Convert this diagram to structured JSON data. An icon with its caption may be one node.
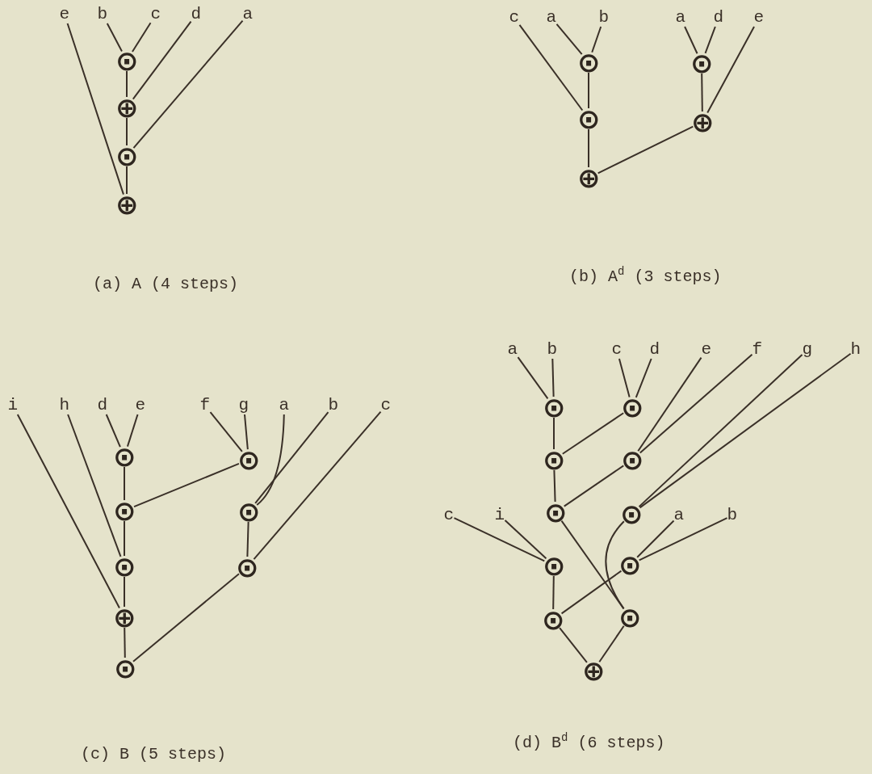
{
  "diagram": {
    "nodes": [
      {
        "text": [
          "e"
        ]
      },
      {
        "text": [
          "b"
        ]
      },
      {
        "text": [
          "c"
        ]
      },
      {
        "text": [
          "d"
        ]
      },
      {
        "text": [
          "a"
        ]
      },
      {
        "text": [
          "⊙"
        ]
      },
      {
        "text": [
          "⊕"
        ]
      },
      {
        "text": [
          "⊙"
        ]
      },
      {
        "text": [
          "⊕"
        ]
      },
      {
        "text": [
          "c"
        ]
      },
      {
        "text": [
          "a"
        ]
      },
      {
        "text": [
          "b"
        ]
      },
      {
        "text": [
          "a"
        ]
      },
      {
        "text": [
          "d"
        ]
      },
      {
        "text": [
          "e"
        ]
      },
      {
        "text": [
          "⊙"
        ]
      },
      {
        "text": [
          "⊙"
        ]
      },
      {
        "text": [
          "⊕"
        ]
      },
      {
        "text": [
          "⊙"
        ]
      },
      {
        "text": [
          "⊕"
        ]
      },
      {
        "text": [
          "i"
        ]
      },
      {
        "text": [
          "h"
        ]
      },
      {
        "text": [
          "d"
        ]
      },
      {
        "text": [
          "e"
        ]
      },
      {
        "text": [
          "f"
        ]
      },
      {
        "text": [
          "g"
        ]
      },
      {
        "text": [
          "a"
        ]
      },
      {
        "text": [
          "b"
        ]
      },
      {
        "text": [
          "c"
        ]
      },
      {
        "text": [
          "⊙"
        ]
      },
      {
        "text": [
          "⊙"
        ]
      },
      {
        "text": [
          "⊙"
        ]
      },
      {
        "text": [
          "⊙"
        ]
      },
      {
        "text": [
          "⊙"
        ]
      },
      {
        "text": [
          "⊙"
        ]
      },
      {
        "text": [
          "⊕"
        ]
      },
      {
        "text": [
          "⊙"
        ]
      },
      {
        "text": [
          "a"
        ]
      },
      {
        "text": [
          "b"
        ]
      },
      {
        "text": [
          "c"
        ]
      },
      {
        "text": [
          "d"
        ]
      },
      {
        "text": [
          "e"
        ]
      },
      {
        "text": [
          "f"
        ]
      },
      {
        "text": [
          "g"
        ]
      },
      {
        "text": [
          "h"
        ]
      },
      {
        "text": [
          "⊙"
        ]
      },
      {
        "text": [
          "⊙"
        ]
      },
      {
        "text": [
          "⊙"
        ]
      },
      {
        "text": [
          "⊙"
        ]
      },
      {
        "text": [
          "c"
        ]
      },
      {
        "text": [
          "i"
        ]
      },
      {
        "text": [
          "⊙"
        ]
      },
      {
        "text": [
          "⊙"
        ]
      },
      {
        "text": [
          "a"
        ]
      },
      {
        "text": [
          "b"
        ]
      },
      {
        "text": [
          "⊙"
        ]
      },
      {
        "text": [
          "⊙"
        ]
      },
      {
        "text": [
          "⊙"
        ]
      },
      {
        "text": [
          "⊙"
        ]
      },
      {
        "text": [
          "⊕"
        ]
      }
    ],
    "edges": [
      {
        "from": 1,
        "to": 5,
        "arrow": "none"
      },
      {
        "from": 2,
        "to": 5,
        "arrow": "none"
      },
      {
        "from": 5,
        "to": 6,
        "arrow": "none"
      },
      {
        "from": 3,
        "to": 6,
        "arrow": "none"
      },
      {
        "from": 6,
        "to": 7,
        "arrow": "none"
      },
      {
        "from": 4,
        "to": 7,
        "arrow": "none"
      },
      {
        "from": 7,
        "to": 8,
        "arrow": "none"
      },
      {
        "from": 0,
        "to": 8,
        "arrow": "none"
      },
      {
        "from": 10,
        "to": 15,
        "arrow": "none"
      },
      {
        "from": 11,
        "to": 15,
        "arrow": "none"
      },
      {
        "from": 15,
        "to": 16,
        "arrow": "none"
      },
      {
        "from": 9,
        "to": 16,
        "arrow": "none"
      },
      {
        "from": 16,
        "to": 17,
        "arrow": "none"
      },
      {
        "from": 12,
        "to": 18,
        "arrow": "none"
      },
      {
        "from": 13,
        "to": 18,
        "arrow": "none"
      },
      {
        "from": 18,
        "to": 19,
        "arrow": "none"
      },
      {
        "from": 14,
        "to": 19,
        "arrow": "none"
      },
      {
        "from": 19,
        "to": 17,
        "arrow": "none"
      },
      {
        "from": 22,
        "to": 29,
        "arrow": "none"
      },
      {
        "from": 23,
        "to": 29,
        "arrow": "none"
      },
      {
        "from": 24,
        "to": 30,
        "arrow": "none"
      },
      {
        "from": 25,
        "to": 30,
        "arrow": "none"
      },
      {
        "from": 29,
        "to": 31,
        "arrow": "none"
      },
      {
        "from": 30,
        "to": 31,
        "arrow": "none"
      },
      {
        "from": 26,
        "to": 32,
        "arrow": "none"
      },
      {
        "from": 27,
        "to": 32,
        "arrow": "none"
      },
      {
        "from": 31,
        "to": 33,
        "arrow": "none"
      },
      {
        "from": 21,
        "to": 33,
        "arrow": "none"
      },
      {
        "from": 32,
        "to": 34,
        "arrow": "none"
      },
      {
        "from": 28,
        "to": 34,
        "arrow": "none"
      },
      {
        "from": 33,
        "to": 35,
        "arrow": "none"
      },
      {
        "from": 20,
        "to": 35,
        "arrow": "none"
      },
      {
        "from": 35,
        "to": 36,
        "arrow": "none"
      },
      {
        "from": 34,
        "to": 36,
        "arrow": "none"
      },
      {
        "from": 37,
        "to": 45,
        "arrow": "none"
      },
      {
        "from": 38,
        "to": 45,
        "arrow": "none"
      },
      {
        "from": 39,
        "to": 46,
        "arrow": "none"
      },
      {
        "from": 40,
        "to": 46,
        "arrow": "none"
      },
      {
        "from": 45,
        "to": 47,
        "arrow": "none"
      },
      {
        "from": 46,
        "to": 47,
        "arrow": "none"
      },
      {
        "from": 41,
        "to": 48,
        "arrow": "none"
      },
      {
        "from": 42,
        "to": 48,
        "arrow": "none"
      },
      {
        "from": 47,
        "to": 51,
        "arrow": "none"
      },
      {
        "from": 48,
        "to": 51,
        "arrow": "none"
      },
      {
        "from": 43,
        "to": 52,
        "arrow": "none"
      },
      {
        "from": 44,
        "to": 52,
        "arrow": "none"
      },
      {
        "from": 49,
        "to": 55,
        "arrow": "none"
      },
      {
        "from": 50,
        "to": 55,
        "arrow": "none"
      },
      {
        "from": 53,
        "to": 56,
        "arrow": "none"
      },
      {
        "from": 54,
        "to": 56,
        "arrow": "none"
      },
      {
        "from": 51,
        "to": 58,
        "arrow": "none"
      },
      {
        "from": 52,
        "to": 58,
        "arrow": "none"
      },
      {
        "from": 55,
        "to": 57,
        "arrow": "none"
      },
      {
        "from": 56,
        "to": 57,
        "arrow": "none"
      },
      {
        "from": 57,
        "to": 59,
        "arrow": "none"
      },
      {
        "from": 58,
        "to": 59,
        "arrow": "none"
      }
    ],
    "labels": [
      "(a) A (4 steps)",
      "(b) A$^{d}$ (3 steps)",
      "(c) B (5 steps)",
      "(d) B$^{d}$ (6 steps)"
    ]
  }
}
